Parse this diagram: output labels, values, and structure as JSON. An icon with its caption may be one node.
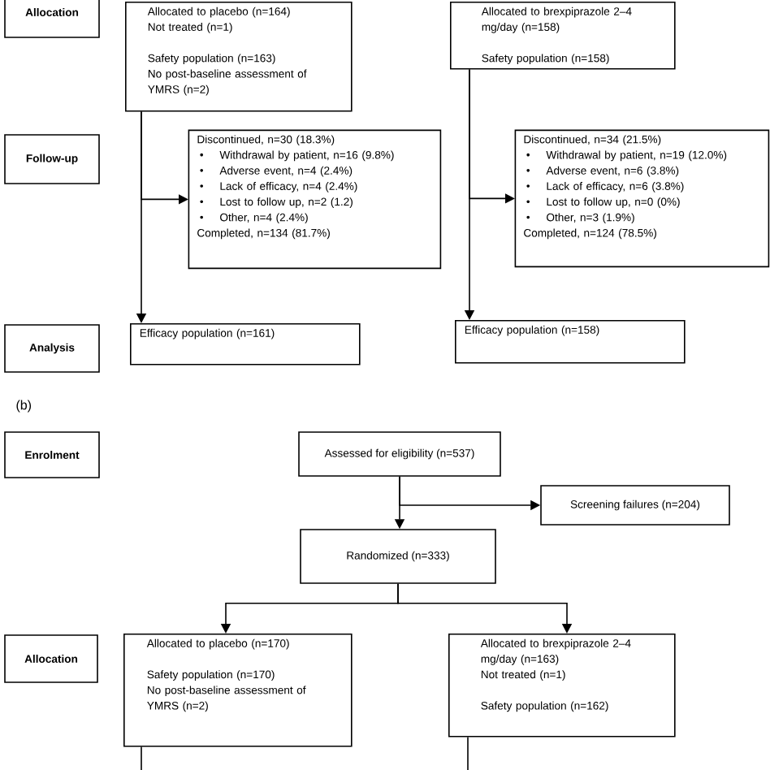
{
  "diagram": {
    "nodes": [
      {
        "text": [
          "Allocation"
        ]
      },
      {
        "text": [
          "Allocated to placebo (n=164)",
          "Not treated (n=1)",
          "Safety population (n=163)",
          "No post-baseline assessment of YMRS (n=2)"
        ]
      },
      {
        "text": [
          "Allocated to brexpiprazole 2–4 mg/day (n=158)",
          "Safety population  (n=158)"
        ]
      },
      {
        "text": [
          "Follow-up"
        ]
      },
      {
        "text": [
          "Discontinued, n=30 (18.3%)",
          "Withdrawal by patient, n=16 (9.8%)",
          "Adverse event, n=4 (2.4%)",
          "Lack of efficacy, n=4 (2.4%)",
          "Lost to follow up, n=2 (1.2)",
          "Other, n=4 (2.4%)",
          "Completed, n=134 (81.7%)"
        ]
      },
      {
        "text": [
          "Discontinued, n=34 (21.5%)",
          "Withdrawal by patient, n=19 (12.0%)",
          "Adverse event, n=6 (3.8%)",
          "Lack of efficacy, n=6 (3.8%)",
          "Lost to follow up, n=0 (0%)",
          "Other, n=3 (1.9%)",
          "Completed, n=124 (78.5%)"
        ]
      },
      {
        "text": [
          "Analysis"
        ]
      },
      {
        "text": [
          "Efficacy population  (n=161)"
        ]
      },
      {
        "text": [
          "Efficacy population  (n=158)"
        ]
      },
      {
        "text": [
          "Enrolment"
        ]
      },
      {
        "text": [
          "Assessed for eligibility (n=537)"
        ]
      },
      {
        "text": [
          "Screening failures (n=204)"
        ]
      },
      {
        "text": [
          "Randomized (n=333)"
        ]
      },
      {
        "text": [
          "Allocation"
        ]
      },
      {
        "text": [
          "Allocated to placebo (n=170)",
          "Safety population (n=170)",
          "No post-baseline assessment of YMRS (n=2)"
        ]
      },
      {
        "text": [
          "Allocated to brexpiprazole 2–4 mg/day (n=163)",
          "Not treated (n=1)",
          "Safety population  (n=162)"
        ]
      }
    ],
    "edges": [
      {
        "from": 1,
        "to": 4,
        "arrow": "to"
      },
      {
        "from": 1,
        "to": 7,
        "arrow": "to"
      },
      {
        "from": 2,
        "to": 5,
        "arrow": "to"
      },
      {
        "from": 2,
        "to": 8,
        "arrow": "to"
      },
      {
        "from": 10,
        "to": 11,
        "arrow": "to"
      },
      {
        "from": 10,
        "to": 12,
        "arrow": "to"
      },
      {
        "from": 12,
        "to": 14,
        "arrow": "to"
      },
      {
        "from": 12,
        "to": 15,
        "arrow": "to"
      },
      {
        "from": 14,
        "to": null,
        "arrow": "none"
      },
      {
        "from": 15,
        "to": null,
        "arrow": "none"
      }
    ],
    "labels": [
      "(b)"
    ]
  }
}
